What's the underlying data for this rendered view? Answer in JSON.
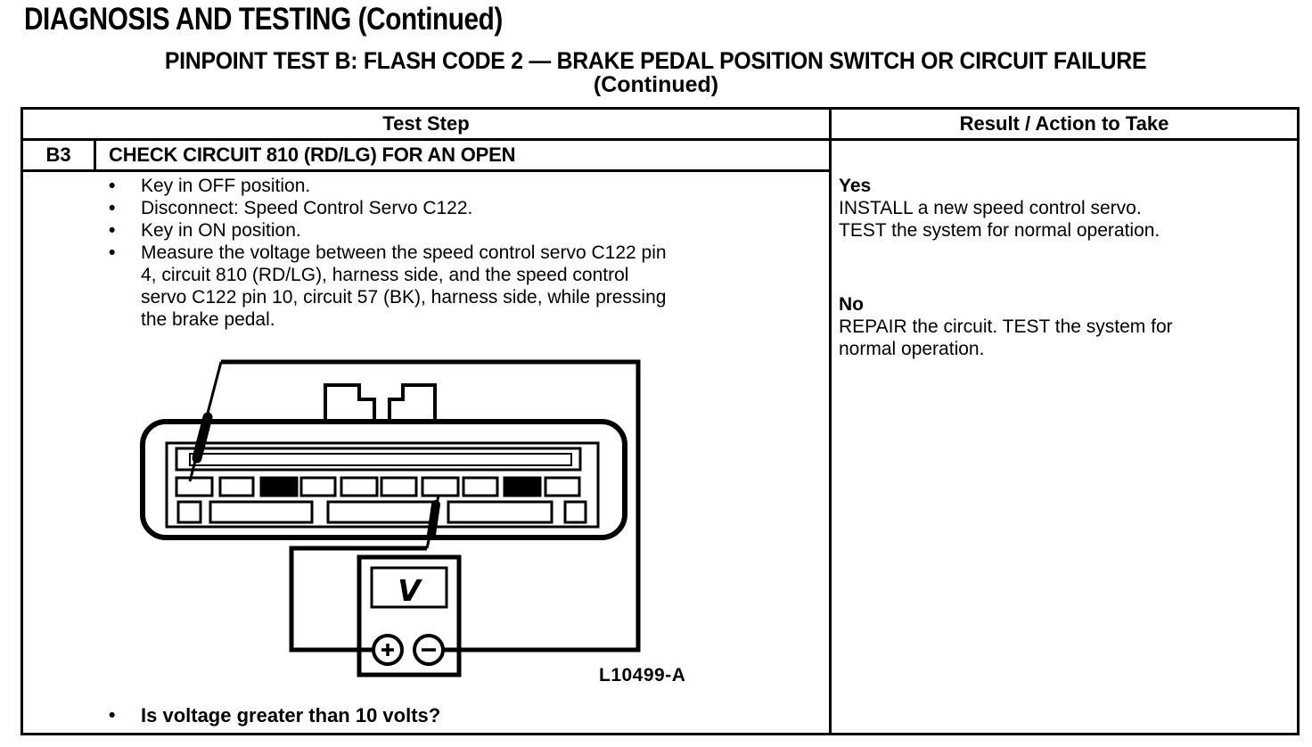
{
  "page": {
    "title": "DIAGNOSIS AND TESTING (Continued)",
    "subtitle_line1": "PINPOINT TEST B: FLASH CODE 2 — BRAKE PEDAL POSITION SWITCH OR CIRCUIT FAILURE",
    "subtitle_line2": "(Continued)"
  },
  "table": {
    "header": {
      "test_step": "Test Step",
      "result": "Result / Action to Take"
    },
    "step": {
      "id": "B3",
      "title": "CHECK CIRCUIT 810 (RD/LG) FOR AN OPEN",
      "bullets": [
        "Key in OFF position.",
        "Disconnect: Speed Control Servo C122.",
        "Key in ON position.",
        "Measure the voltage between the speed control servo C122 pin\n4, circuit 810 (RD/LG), harness side, and the speed control\nservo C122 pin 10, circuit 57 (BK), harness side, while pressing\nthe brake pedal."
      ],
      "question": "Is voltage greater than 10 volts?"
    },
    "results": [
      {
        "verdict": "Yes",
        "action": "INSTALL a new speed control servo.\nTEST the system for normal operation."
      },
      {
        "verdict": "No",
        "action": "REPAIR the circuit. TEST the system for\nnormal operation."
      }
    ]
  },
  "figure": {
    "label": "L10499-A",
    "meter_symbol": "V"
  }
}
